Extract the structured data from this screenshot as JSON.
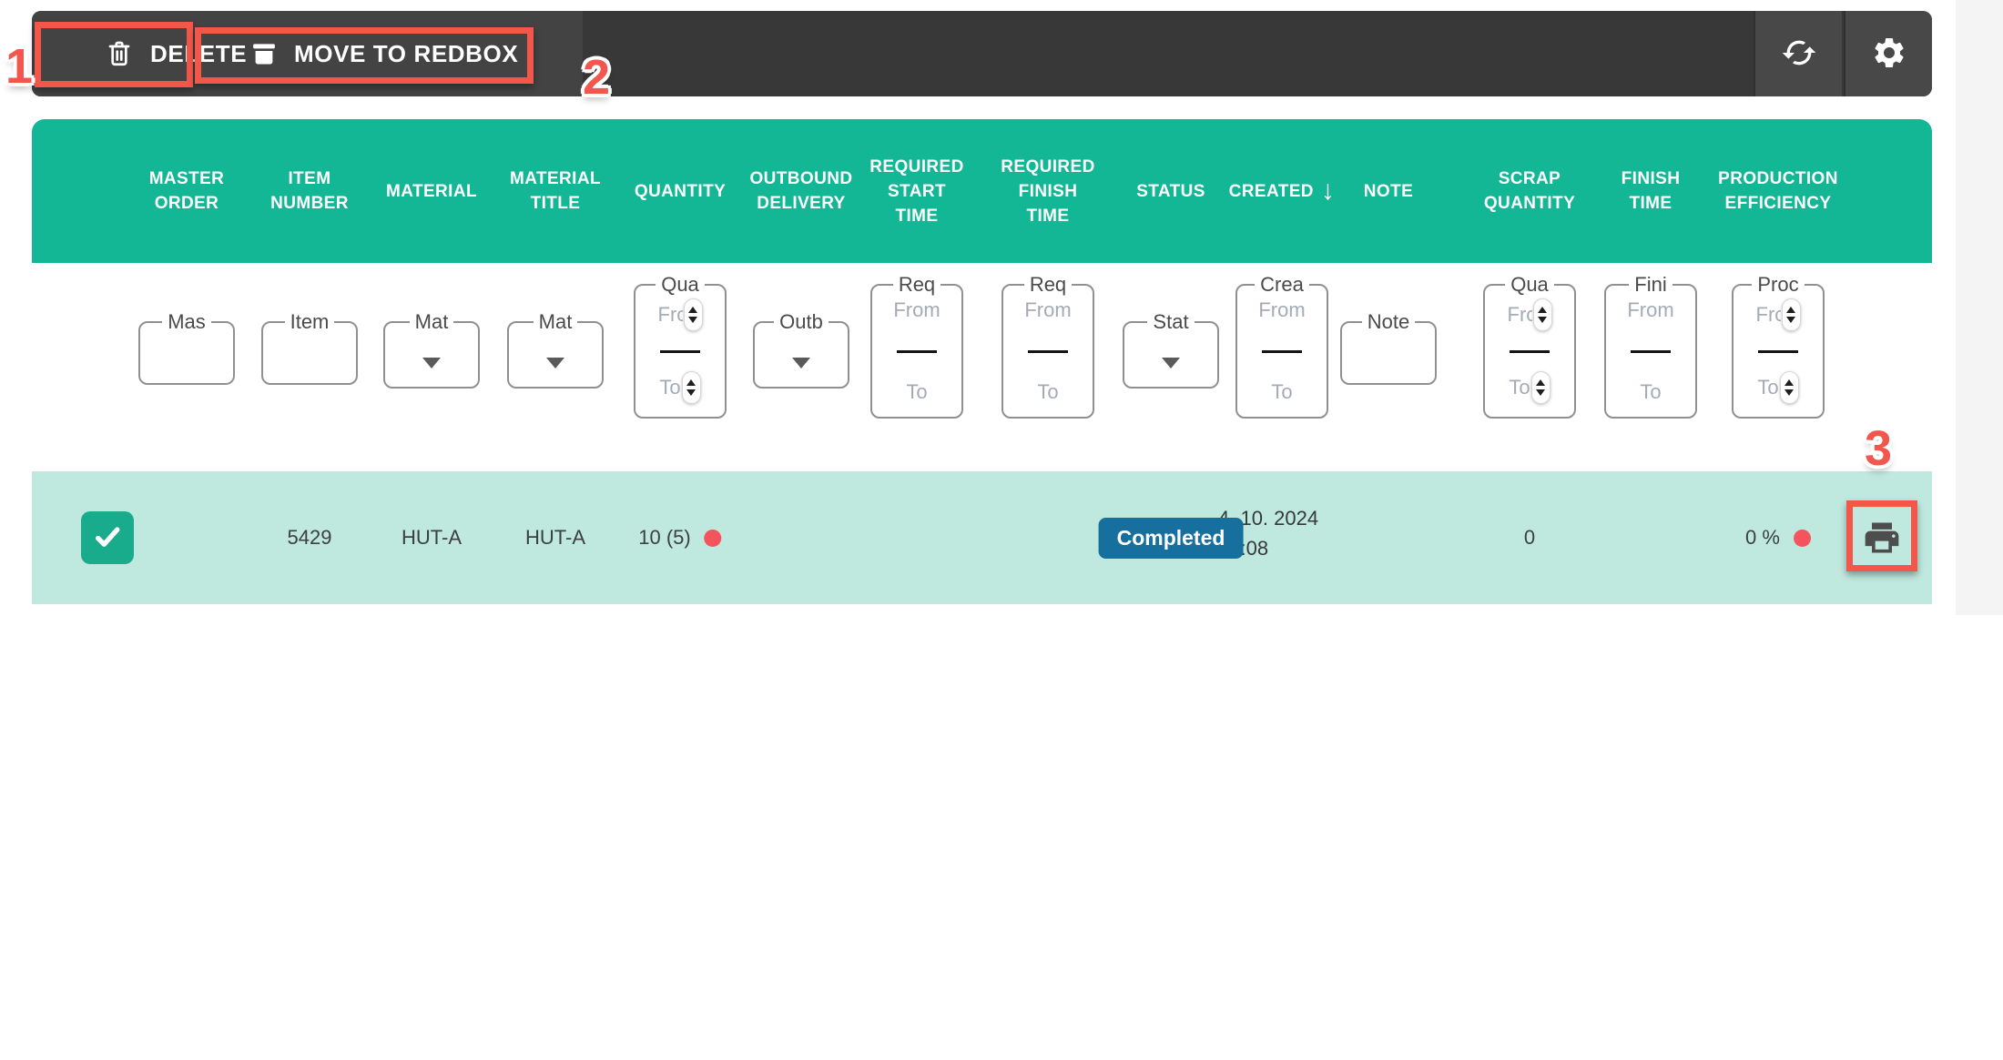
{
  "toolbar": {
    "delete_button": {
      "label": "DELETE",
      "icon": "trash-icon"
    },
    "move_to_redbox_button": {
      "label": "MOVE TO REDBOX",
      "icon": "archive-box-icon"
    },
    "refresh_button": {
      "icon": "refresh-icon"
    },
    "settings_button": {
      "icon": "gear-icon"
    }
  },
  "annotations": {
    "color": "#f25749",
    "step_1": "1",
    "step_2": "2",
    "step_3": "3"
  },
  "table": {
    "select_all_checkbox_state": "indeterminate",
    "sort": {
      "column": "CREATED",
      "direction": "desc",
      "arrow": "↓"
    },
    "filter_range_placeholders": {
      "from": "From",
      "to": "To"
    },
    "columns": [
      {
        "id": "master-order",
        "label_lines": [
          "MASTER",
          "ORDER"
        ],
        "filter": "text",
        "legend": "Mas",
        "row_key": null
      },
      {
        "id": "item-number",
        "label_lines": [
          "ITEM",
          "NUMBER"
        ],
        "filter": "text",
        "legend": "Item",
        "row_key": "item_number"
      },
      {
        "id": "material",
        "label_lines": [
          "MATERIAL"
        ],
        "filter": "select",
        "legend": "Mat",
        "row_key": "material"
      },
      {
        "id": "material-title",
        "label_lines": [
          "MATERIAL",
          "TITLE"
        ],
        "filter": "select",
        "legend": "Mat",
        "row_key": "material_title"
      },
      {
        "id": "quantity",
        "label_lines": [
          "QUANTITY"
        ],
        "filter": "number",
        "legend": "Qua",
        "row_key": "quantity",
        "alert": true
      },
      {
        "id": "outbound-delivery",
        "label_lines": [
          "OUTBOUND",
          "DELIVERY"
        ],
        "filter": "select",
        "legend": "Outb",
        "row_key": null
      },
      {
        "id": "required-start-time",
        "label_lines": [
          "REQUIRED",
          "START",
          "TIME"
        ],
        "filter": "date",
        "legend": "Req",
        "row_key": null
      },
      {
        "id": "required-finish-time",
        "label_lines": [
          "REQUIRED",
          "FINISH",
          "TIME"
        ],
        "filter": "date",
        "legend": "Req",
        "row_key": null
      },
      {
        "id": "status",
        "label_lines": [
          "STATUS"
        ],
        "filter": "select",
        "legend": "Stat",
        "row_key": null
      },
      {
        "id": "created",
        "label_lines": [
          "CREATED"
        ],
        "filter": "date",
        "legend": "Crea",
        "row_key": null,
        "sorted": "desc"
      },
      {
        "id": "note",
        "label_lines": [
          "NOTE"
        ],
        "filter": "text",
        "legend": "Note",
        "row_key": null
      },
      {
        "id": "scrap-quantity",
        "label_lines": [
          "SCRAP",
          "QUANTITY"
        ],
        "filter": "number",
        "legend": "Qua",
        "row_key": "scrap_quantity"
      },
      {
        "id": "finish-time",
        "label_lines": [
          "FINISH",
          "TIME"
        ],
        "filter": "date",
        "legend": "Fini",
        "row_key": null
      },
      {
        "id": "production-efficiency",
        "label_lines": [
          "PRODUCTION",
          "EFFICIENCY"
        ],
        "filter": "number",
        "legend": "Proc",
        "row_key": "production_efficiency",
        "alert": true
      }
    ],
    "row": {
      "selected": true,
      "master_order": "",
      "item_number": "5429",
      "material": "HUT-A",
      "material_title": "HUT-A",
      "quantity": "10 (5)",
      "outbound_delivery": "",
      "status": "Completed",
      "created_date": "4. 10. 2024",
      "created_time": "12:08",
      "note": "",
      "scrap_quantity": "0",
      "finish_time": "",
      "production_efficiency": "0 %"
    }
  },
  "colors": {
    "header_teal": "#13b795",
    "row_teal": "#bfe8de",
    "toolbar_dark": "#383838",
    "badge_blue": "#176f9e",
    "alert_dot_red": "#f4555c",
    "annotation_red": "#f25749"
  }
}
